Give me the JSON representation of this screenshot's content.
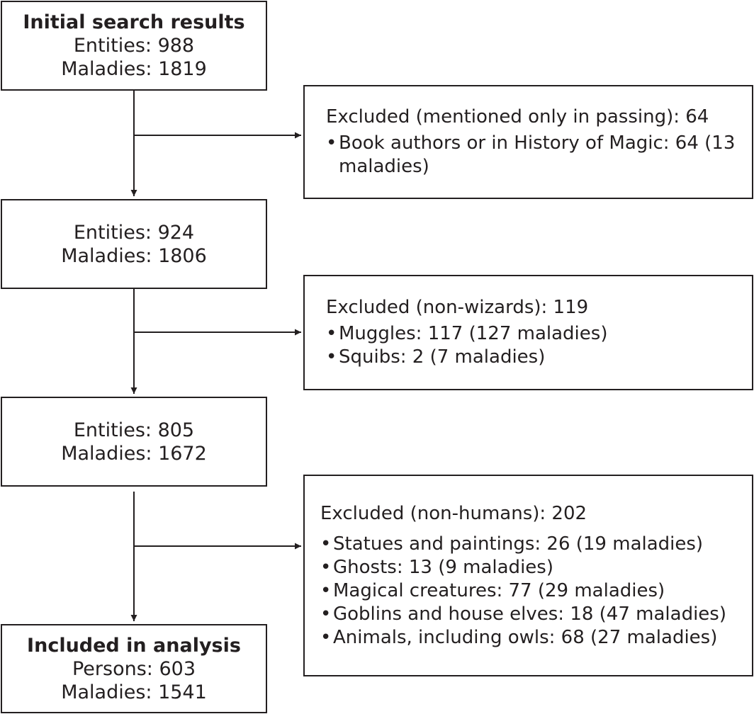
{
  "steps": [
    {
      "title": "Initial search results",
      "lines": [
        "Entities: 988",
        "Maladies: 1819"
      ]
    },
    {
      "lines": [
        "Entities: 924",
        "Maladies: 1806"
      ]
    },
    {
      "lines": [
        "Entities: 805",
        "Maladies: 1672"
      ]
    },
    {
      "title": "Included in analysis",
      "lines": [
        "Persons: 603",
        "Maladies: 1541"
      ]
    }
  ],
  "exclusions": [
    {
      "heading": "Excluded (mentioned only in passing): 64",
      "items": [
        "Book authors or in History of Magic: 64 (13 maladies)"
      ]
    },
    {
      "heading": "Excluded (non-wizards): 119",
      "items": [
        "Muggles: 117 (127 maladies)",
        "Squibs: 2 (7 maladies)"
      ]
    },
    {
      "heading": "Excluded (non-humans): 202",
      "items": [
        "Statues and paintings: 26 (19 maladies)",
        "Ghosts: 13 (9 maladies)",
        "Magical creatures: 77 (29 maladies)",
        "Goblins and house elves: 18 (47 maladies)",
        "Animals, including owls: 68 (27 maladies)"
      ]
    }
  ],
  "bullet_char": "•",
  "colors": {
    "line": "#231f20",
    "background": "#ffffff"
  }
}
